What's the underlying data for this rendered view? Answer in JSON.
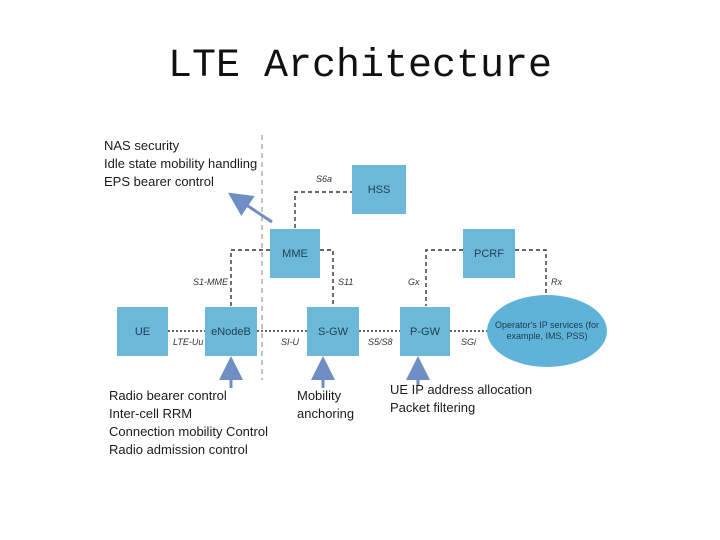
{
  "title": "LTE Architecture",
  "nodes": {
    "ue": "UE",
    "enodeb": "eNodeB",
    "mme": "MME",
    "hss": "HSS",
    "sgw": "S-GW",
    "pgw": "P-GW",
    "pcrf": "PCRF",
    "operator_ip_services": "Operator's IP services (for example, IMS, PSS)"
  },
  "interfaces": {
    "s6a": "S6a",
    "s1_mme": "S1-MME",
    "s11": "S11",
    "gx": "Gx",
    "rx": "Rx",
    "lte_uu": "LTE-Uu",
    "s1_u": "SI-U",
    "s5_s8": "S5/S8",
    "sgi": "SGi"
  },
  "functions": {
    "mme": [
      "NAS security",
      "Idle state mobility handling",
      "EPS bearer control"
    ],
    "enodeb": [
      "Radio bearer control",
      "Inter-cell RRM",
      "Connection mobility Control",
      "Radio admission control"
    ],
    "sgw": [
      "Mobility",
      "anchoring"
    ],
    "pgw": [
      "UE IP address allocation",
      "Packet filtering"
    ]
  },
  "colors": {
    "node_fill": "#6bb8d8",
    "cloud_fill": "#5fb3d9",
    "arrow": "#6f8fc4",
    "line": "#333333"
  }
}
